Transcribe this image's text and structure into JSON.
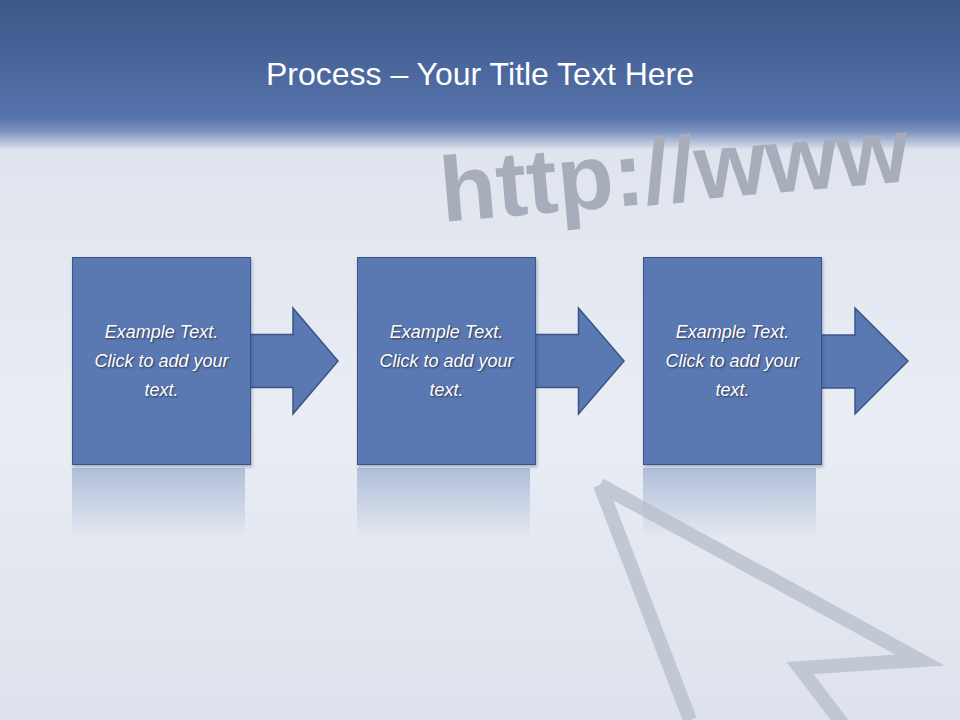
{
  "diagram": {
    "title": "Process – Your Title Text Here",
    "nodes": [
      {
        "text": [
          "Example Text. Click to add your text."
        ]
      },
      {
        "text": [
          "Example Text. Click to add your text."
        ]
      },
      {
        "text": [
          "Example Text. Click to add your text."
        ]
      }
    ],
    "edges": [
      {
        "from": 0,
        "to": 1,
        "arrow": "to"
      },
      {
        "from": 1,
        "to": 2,
        "arrow": "to"
      }
    ],
    "labels": [
      "http://www"
    ]
  }
}
